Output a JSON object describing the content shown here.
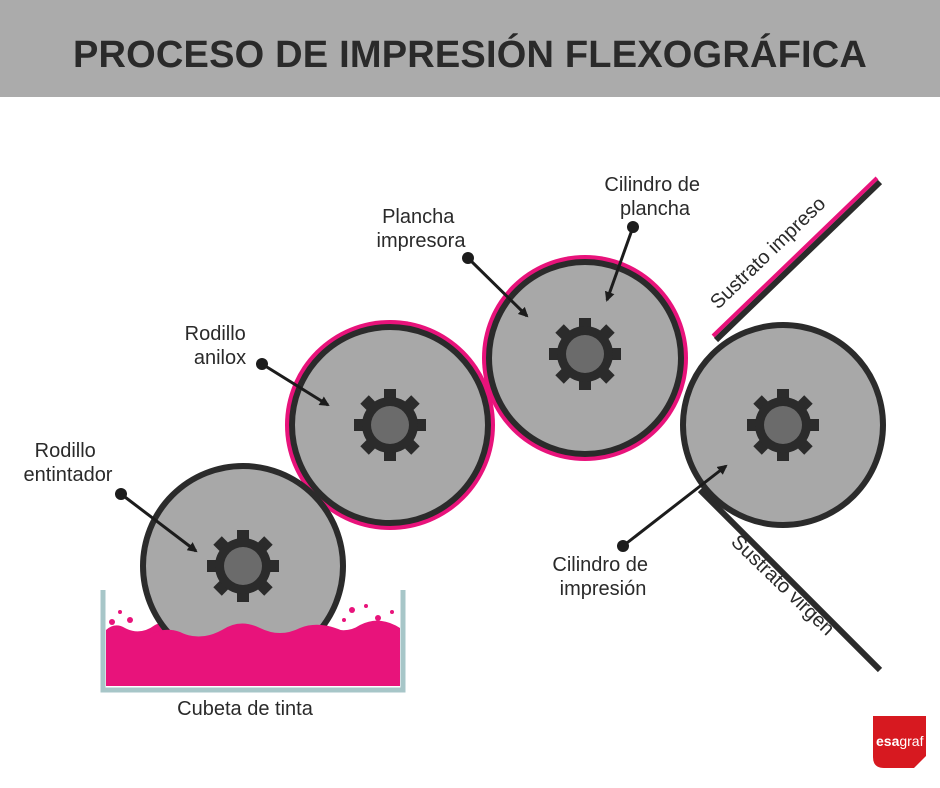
{
  "header": {
    "title": "PROCESO DE IMPRESIÓN FLEXOGRÁFICA"
  },
  "labels": {
    "cilindro_plancha": [
      "Cilindro de",
      "plancha"
    ],
    "plancha_impresora": [
      "Plancha",
      "impresora"
    ],
    "rodillo_anilox": [
      "Rodillo",
      "anilox"
    ],
    "rodillo_entintador": [
      "Rodillo",
      "entintador"
    ],
    "cilindro_impresion": [
      "Cilindro de",
      "impresión"
    ],
    "sustrato_impreso": "Sustrato impreso",
    "sustrato_virgen": "Sustrato virgen",
    "cubeta_tinta": "Cubeta de tinta"
  },
  "logo": {
    "text_bold": "esa",
    "text_light": "graf"
  },
  "colors": {
    "ink": "#e8137b",
    "roller": "#a8a8a8",
    "gear": "#2b2b2b",
    "header": "#ababab",
    "tray": "#a7c6c8",
    "logo": "#d71920"
  }
}
